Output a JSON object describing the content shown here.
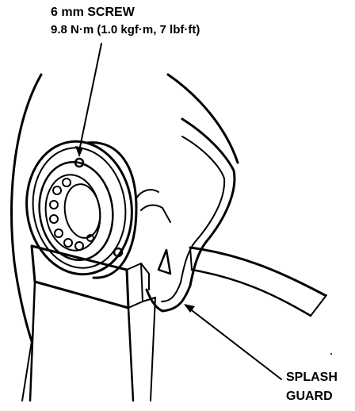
{
  "labels": {
    "screw_name": "6 mm SCREW",
    "screw_torque": "9.8 N·m (1.0 kgf·m, 7 lbf·ft)",
    "splash_guard_line1": "SPLASH",
    "splash_guard_line2": "GUARD"
  },
  "colors": {
    "ink": "#000000",
    "paper": "#ffffff"
  }
}
